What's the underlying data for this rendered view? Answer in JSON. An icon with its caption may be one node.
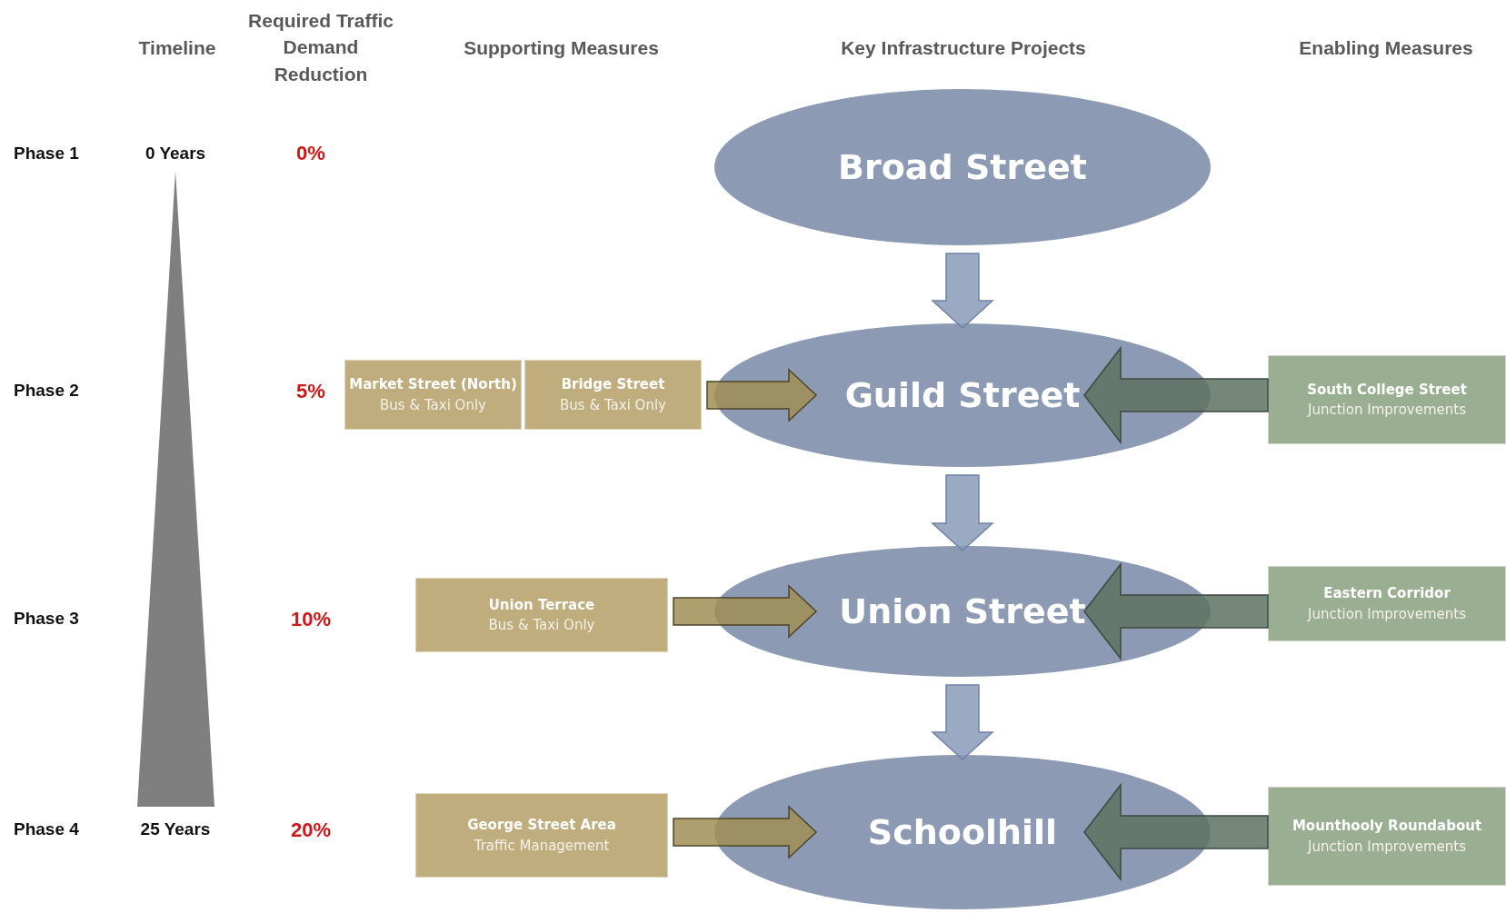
{
  "diagram": {
    "nodes": [
      {
        "text": [
          "Broad Street"
        ]
      },
      {
        "text": [
          "Market Street (North)",
          "Bus & Taxi Only"
        ]
      },
      {
        "text": [
          "Bridge Street",
          "Bus & Taxi Only"
        ]
      },
      {
        "text": [
          "Guild Street"
        ]
      },
      {
        "text": [
          "South College Street",
          "Junction Improvements"
        ]
      },
      {
        "text": [
          "Union Terrace",
          "Bus & Taxi Only"
        ]
      },
      {
        "text": [
          "Union Street"
        ]
      },
      {
        "text": [
          "Eastern Corridor",
          "Junction Improvements"
        ]
      },
      {
        "text": [
          "George Street Area",
          "Traffic Management"
        ]
      },
      {
        "text": [
          "Schoolhill"
        ]
      },
      {
        "text": [
          "Mounthooly Roundabout",
          "Junction Improvements"
        ]
      }
    ],
    "edges": [
      {
        "from": 0,
        "to": 3,
        "arrow": "to",
        "color": "#8a9ab8"
      },
      {
        "from": 3,
        "to": 6,
        "arrow": "to",
        "color": "#8a9ab8"
      },
      {
        "from": 6,
        "to": 9,
        "arrow": "to",
        "color": "#8a9ab8"
      },
      {
        "from": 2,
        "to": 3,
        "arrow": "to",
        "color": "#a08f55"
      },
      {
        "from": 5,
        "to": 6,
        "arrow": "to",
        "color": "#a08f55"
      },
      {
        "from": 8,
        "to": 9,
        "arrow": "to",
        "color": "#a08f55"
      },
      {
        "from": 4,
        "to": 3,
        "arrow": "to",
        "color": "#5d7262"
      },
      {
        "from": 7,
        "to": 6,
        "arrow": "to",
        "color": "#5d7262"
      },
      {
        "from": 10,
        "to": 9,
        "arrow": "to",
        "color": "#5d7262"
      }
    ],
    "labels": [
      "Timeline",
      "Required Traffic Demand Reduction",
      "Supporting Measures",
      "Key Infrastructure Projects",
      "Enabling Measures",
      "Phase 1",
      "0 Years",
      "0%",
      "Phase 2",
      "5%",
      "Phase 3",
      "10%",
      "Phase 4",
      "25 Years",
      "20%"
    ]
  }
}
